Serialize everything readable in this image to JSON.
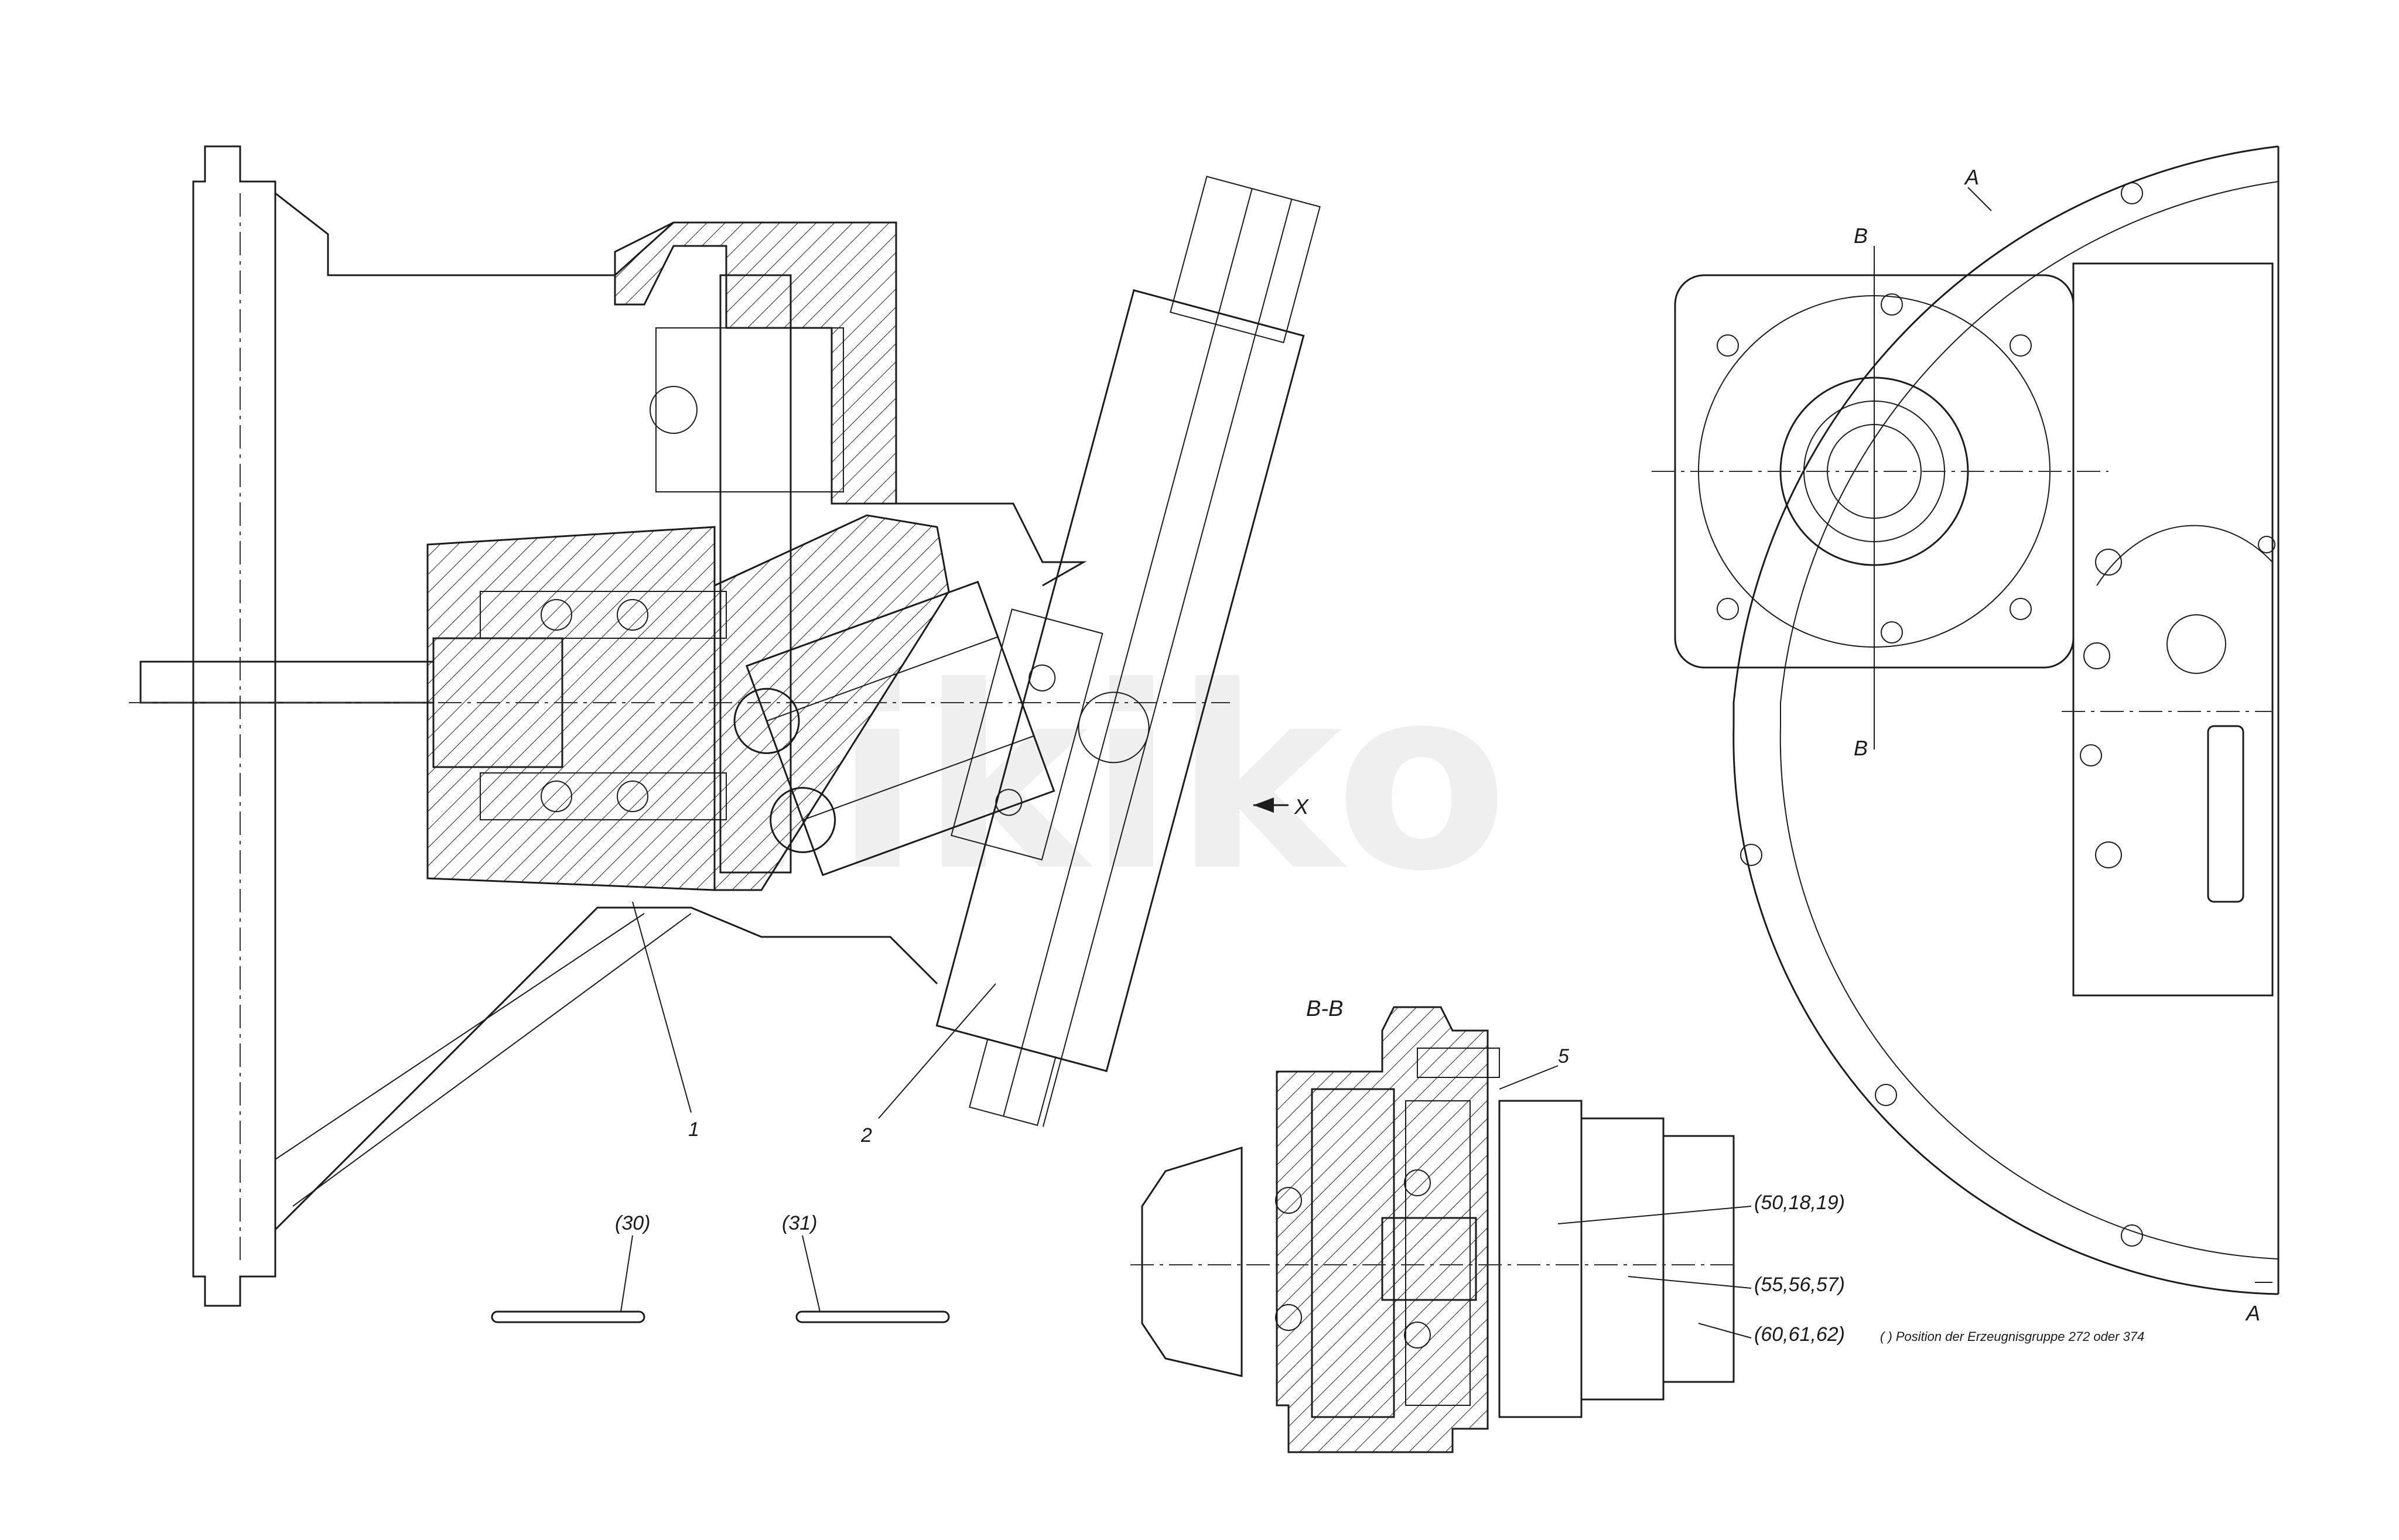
{
  "labels": {
    "part_1": "1",
    "part_2": "2",
    "part_5": "5",
    "ref_30": "(30)",
    "ref_31": "(31)",
    "ref_50": "(50,18,19)",
    "ref_55": "(55,56,57)",
    "ref_60": "(60,61,62)",
    "section_bb": "B-B",
    "cut_b_top": "B",
    "cut_b_bottom": "B",
    "cut_a_top": "A",
    "cut_a_bottom": "A",
    "view_x": "X"
  },
  "footnote": "( ) Position der Erzeugnisgruppe 272 oder 374",
  "watermark": "Wikiko",
  "colors": {
    "line": "#1c1c1c",
    "paper": "#ffffff",
    "watermark": "#efefef"
  }
}
